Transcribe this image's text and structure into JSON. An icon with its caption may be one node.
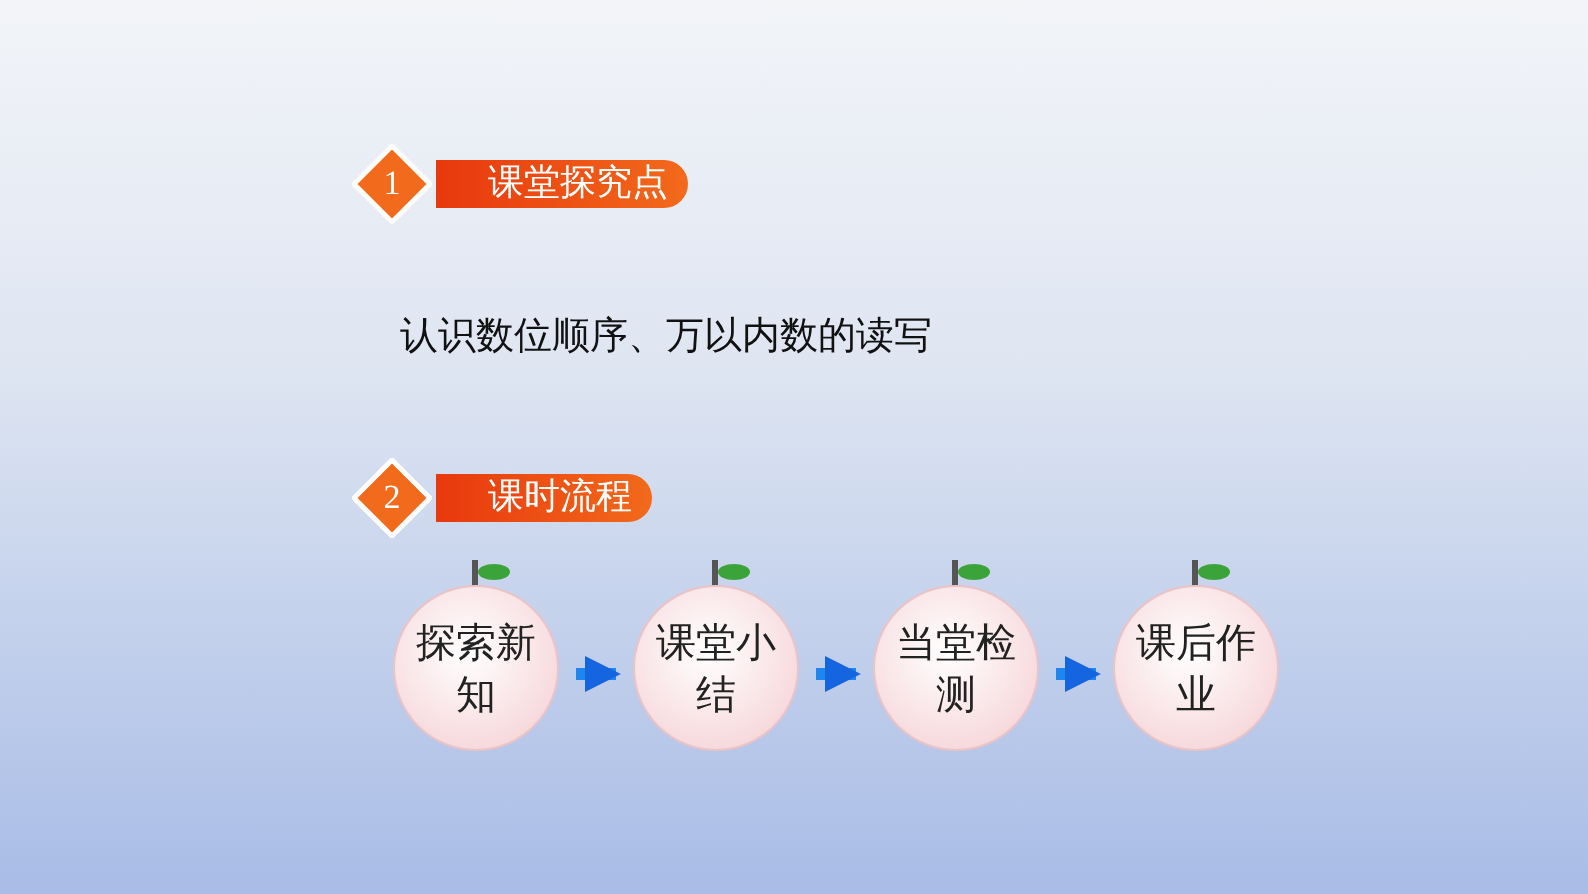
{
  "diagram": {
    "nodes": [
      {
        "text": [
          "1",
          "课堂探究点"
        ]
      },
      {
        "text": [
          "2",
          "课时流程"
        ]
      },
      {
        "text": [
          "探索新知"
        ]
      },
      {
        "text": [
          "课堂小结"
        ]
      },
      {
        "text": [
          "当堂检测"
        ]
      },
      {
        "text": [
          "课后作业"
        ]
      }
    ],
    "edges": [
      {
        "from": 2,
        "to": 3,
        "arrow": "to"
      },
      {
        "from": 3,
        "to": 4,
        "arrow": "to"
      },
      {
        "from": 4,
        "to": 5,
        "arrow": "to"
      }
    ],
    "labels": [
      "认识数位顺序、万以内数的读写"
    ]
  }
}
